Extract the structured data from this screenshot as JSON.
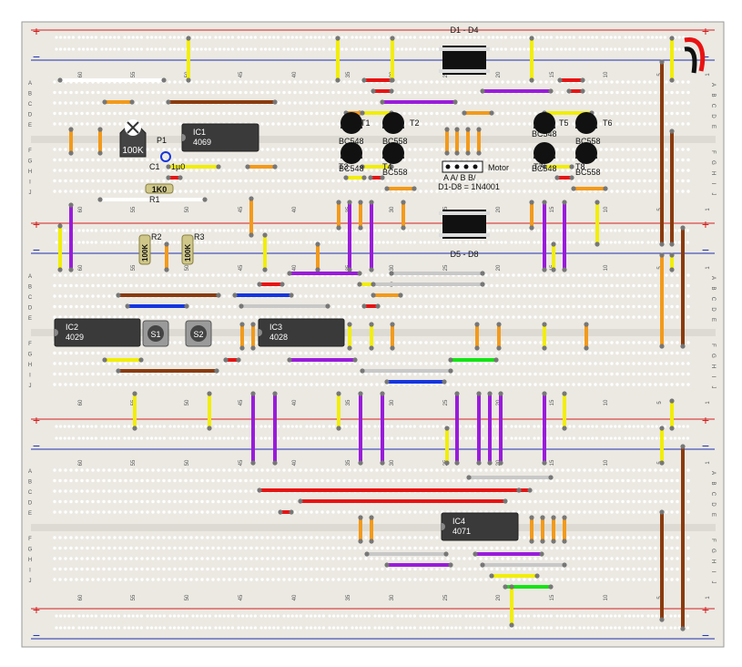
{
  "colors": {
    "board": "#ebe9e2",
    "hole": "#ffffff",
    "rail_red": "#d42020",
    "rail_blue": "#1f2fb0",
    "wire_yellow": "#f2ee05",
    "wire_orange": "#f39a1a",
    "wire_brown": "#8a3b0e",
    "wire_purple": "#9a1bdc",
    "wire_blue": "#1535e0",
    "wire_red": "#e81313",
    "wire_green": "#14e414",
    "wire_gray": "#c8c8c8",
    "wire_white": "#ffffff",
    "ic_body": "#3a3a3a",
    "transistor": "#111111"
  },
  "column_numbers": [
    "60",
    "55",
    "50",
    "45",
    "40",
    "35",
    "30",
    "25",
    "20",
    "15",
    "10",
    "5",
    "1"
  ],
  "row_letters_top": [
    "A",
    "B",
    "C",
    "D",
    "E"
  ],
  "row_letters_bottom": [
    "F",
    "G",
    "H",
    "I",
    "J"
  ],
  "rail_plus": "+",
  "rail_minus": "−",
  "ics": [
    {
      "name": "IC1",
      "part": "4069"
    },
    {
      "name": "IC2",
      "part": "4029"
    },
    {
      "name": "IC3",
      "part": "4028"
    },
    {
      "name": "IC4",
      "part": "4071"
    }
  ],
  "diodes": {
    "top": "D1 - D4",
    "bottom": "D5 - D8",
    "note": "D1-D8 = 1N4001"
  },
  "transistors": [
    {
      "name": "T1",
      "type": "BC548"
    },
    {
      "name": "T2",
      "type": "BC558"
    },
    {
      "name": "T3",
      "type": "BC548"
    },
    {
      "name": "T4",
      "type": "BC558"
    },
    {
      "name": "T5",
      "type": "BC548"
    },
    {
      "name": "T6",
      "type": "BC558"
    },
    {
      "name": "T7",
      "type": "BC548"
    },
    {
      "name": "T8",
      "type": "BC558"
    }
  ],
  "motor": {
    "label": "Motor",
    "pins": "A  A/  B  B/"
  },
  "pot": {
    "name": "P1",
    "value": "100K"
  },
  "cap": {
    "name": "C1",
    "value": "1µ0"
  },
  "resistors": [
    {
      "name": "R1",
      "value": "1K0"
    },
    {
      "name": "R2",
      "value": "100K"
    },
    {
      "name": "R3",
      "value": "100K"
    }
  ],
  "switches": [
    "S1",
    "S2"
  ]
}
